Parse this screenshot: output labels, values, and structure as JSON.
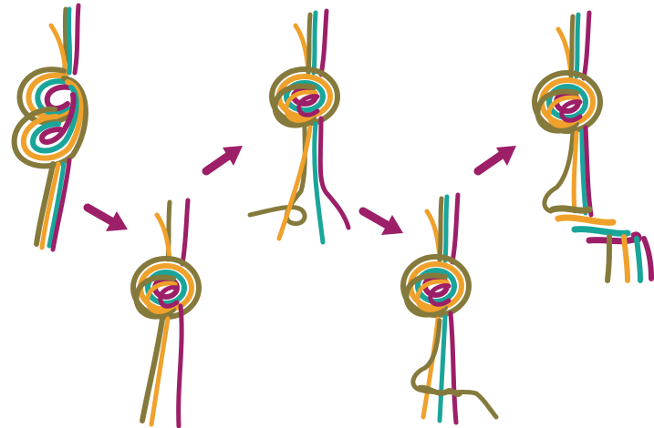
{
  "colors": {
    "olive": "#857a3c",
    "orange": "#f0a12b",
    "teal": "#1aa59a",
    "magenta": "#9c1f68",
    "arrow": "#9c1f68",
    "background": "#ffffff"
  },
  "steps": [
    {
      "name": "knot-step-1",
      "description_icon": "two-loop-knot-icon"
    },
    {
      "name": "knot-step-2",
      "description_icon": "tightened-knot-icon"
    },
    {
      "name": "knot-step-3",
      "description_icon": "knot-with-half-hitch-icon"
    },
    {
      "name": "knot-step-4",
      "description_icon": "knot-with-wrap-icon"
    },
    {
      "name": "knot-step-5",
      "description_icon": "finished-knot-wrapped-strands-icon"
    }
  ],
  "arrows": [
    "arrow-1-to-2",
    "arrow-2-to-3",
    "arrow-3-to-4",
    "arrow-4-to-5"
  ]
}
